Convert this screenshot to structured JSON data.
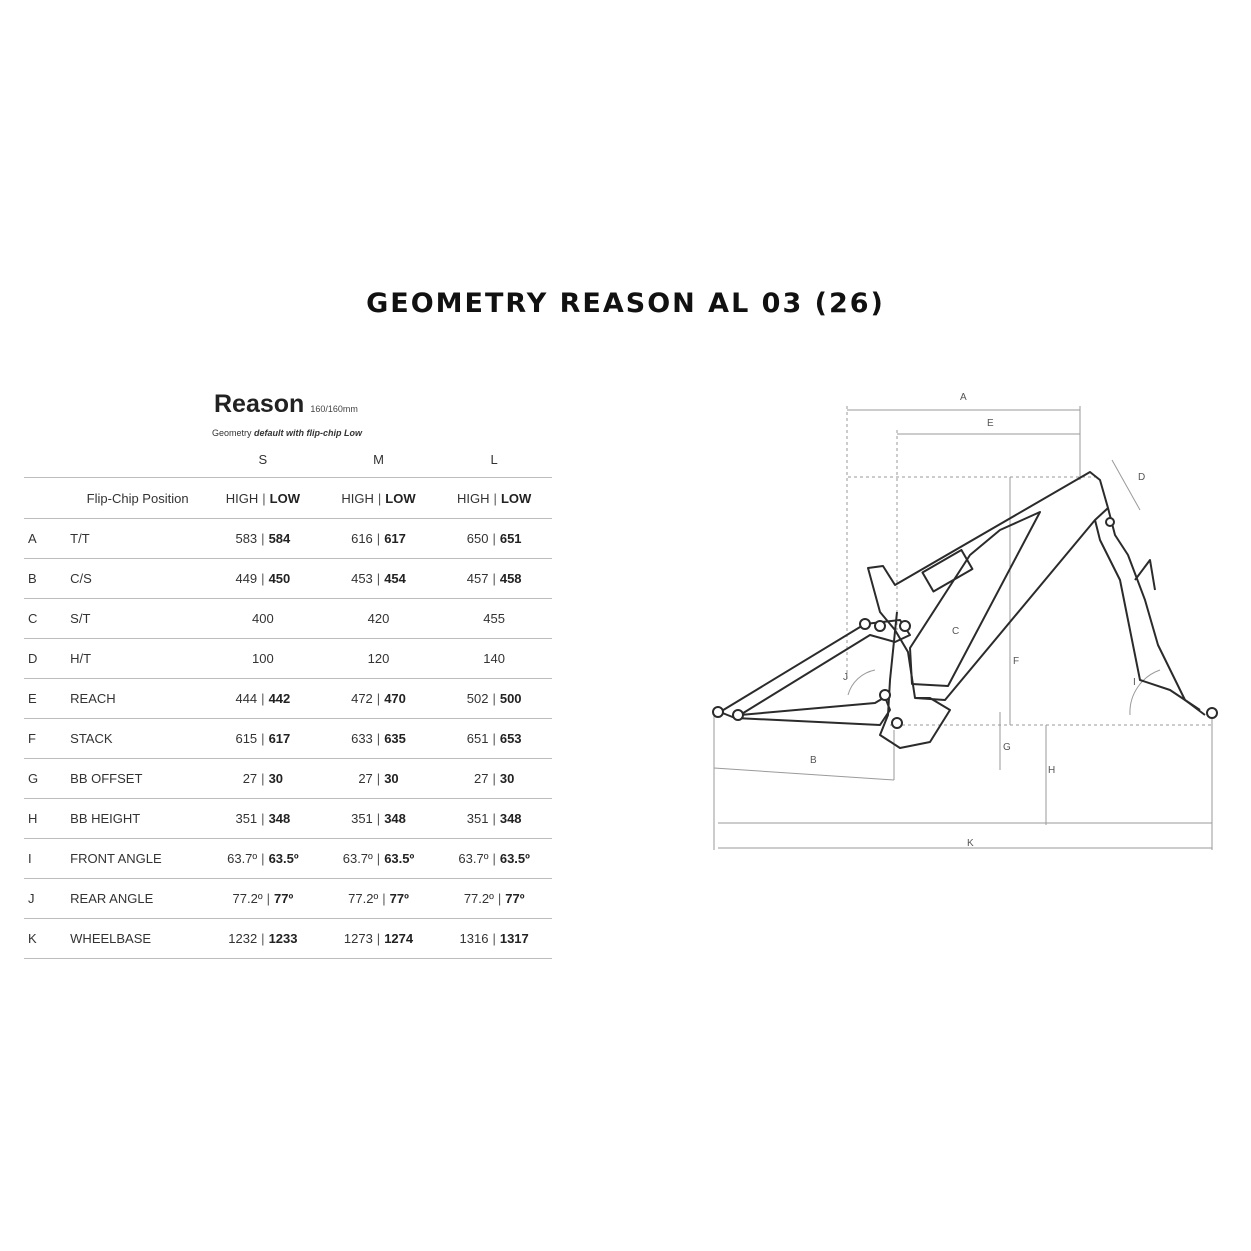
{
  "title": "GEOMETRY REASON AL 03 (26)",
  "brand": {
    "name": "Reason",
    "travel": "160/160mm",
    "note_prefix": "Geometry ",
    "note_emph": "default with flip-chip Low"
  },
  "sizes": [
    "S",
    "M",
    "L"
  ],
  "header_row": {
    "label": "Flip-Chip Position",
    "high": "HIGH",
    "low": "LOW"
  },
  "rows": [
    {
      "code": "A",
      "label": "T/T",
      "values": [
        [
          "583",
          "584"
        ],
        [
          "616",
          "617"
        ],
        [
          "650",
          "651"
        ]
      ]
    },
    {
      "code": "B",
      "label": "C/S",
      "values": [
        [
          "449",
          "450"
        ],
        [
          "453",
          "454"
        ],
        [
          "457",
          "458"
        ]
      ]
    },
    {
      "code": "C",
      "label": "S/T",
      "values": [
        [
          "400"
        ],
        [
          "420"
        ],
        [
          "455"
        ]
      ]
    },
    {
      "code": "D",
      "label": "H/T",
      "values": [
        [
          "100"
        ],
        [
          "120"
        ],
        [
          "140"
        ]
      ]
    },
    {
      "code": "E",
      "label": "REACH",
      "values": [
        [
          "444",
          "442"
        ],
        [
          "472",
          "470"
        ],
        [
          "502",
          "500"
        ]
      ]
    },
    {
      "code": "F",
      "label": "STACK",
      "values": [
        [
          "615",
          "617"
        ],
        [
          "633",
          "635"
        ],
        [
          "651",
          "653"
        ]
      ]
    },
    {
      "code": "G",
      "label": "BB OFFSET",
      "values": [
        [
          "27",
          "30"
        ],
        [
          "27",
          "30"
        ],
        [
          "27",
          "30"
        ]
      ]
    },
    {
      "code": "H",
      "label": "BB HEIGHT",
      "values": [
        [
          "351",
          "348"
        ],
        [
          "351",
          "348"
        ],
        [
          "351",
          "348"
        ]
      ]
    },
    {
      "code": "I",
      "label": "FRONT ANGLE",
      "values": [
        [
          "63.7º",
          "63.5º"
        ],
        [
          "63.7º",
          "63.5º"
        ],
        [
          "63.7º",
          "63.5º"
        ]
      ]
    },
    {
      "code": "J",
      "label": "REAR ANGLE",
      "values": [
        [
          "77.2º",
          "77º"
        ],
        [
          "77.2º",
          "77º"
        ],
        [
          "77.2º",
          "77º"
        ]
      ]
    },
    {
      "code": "K",
      "label": "WHEELBASE",
      "values": [
        [
          "1232",
          "1233"
        ],
        [
          "1273",
          "1274"
        ],
        [
          "1316",
          "1317"
        ]
      ]
    }
  ],
  "diagram": {
    "labels": {
      "A": "A",
      "B": "B",
      "C": "C",
      "D": "D",
      "E": "E",
      "F": "F",
      "G": "G",
      "H": "H",
      "I": "I",
      "J": "J",
      "K": "K"
    },
    "line_color": "#2b2b2b",
    "dim_color": "#9a9a9a"
  }
}
